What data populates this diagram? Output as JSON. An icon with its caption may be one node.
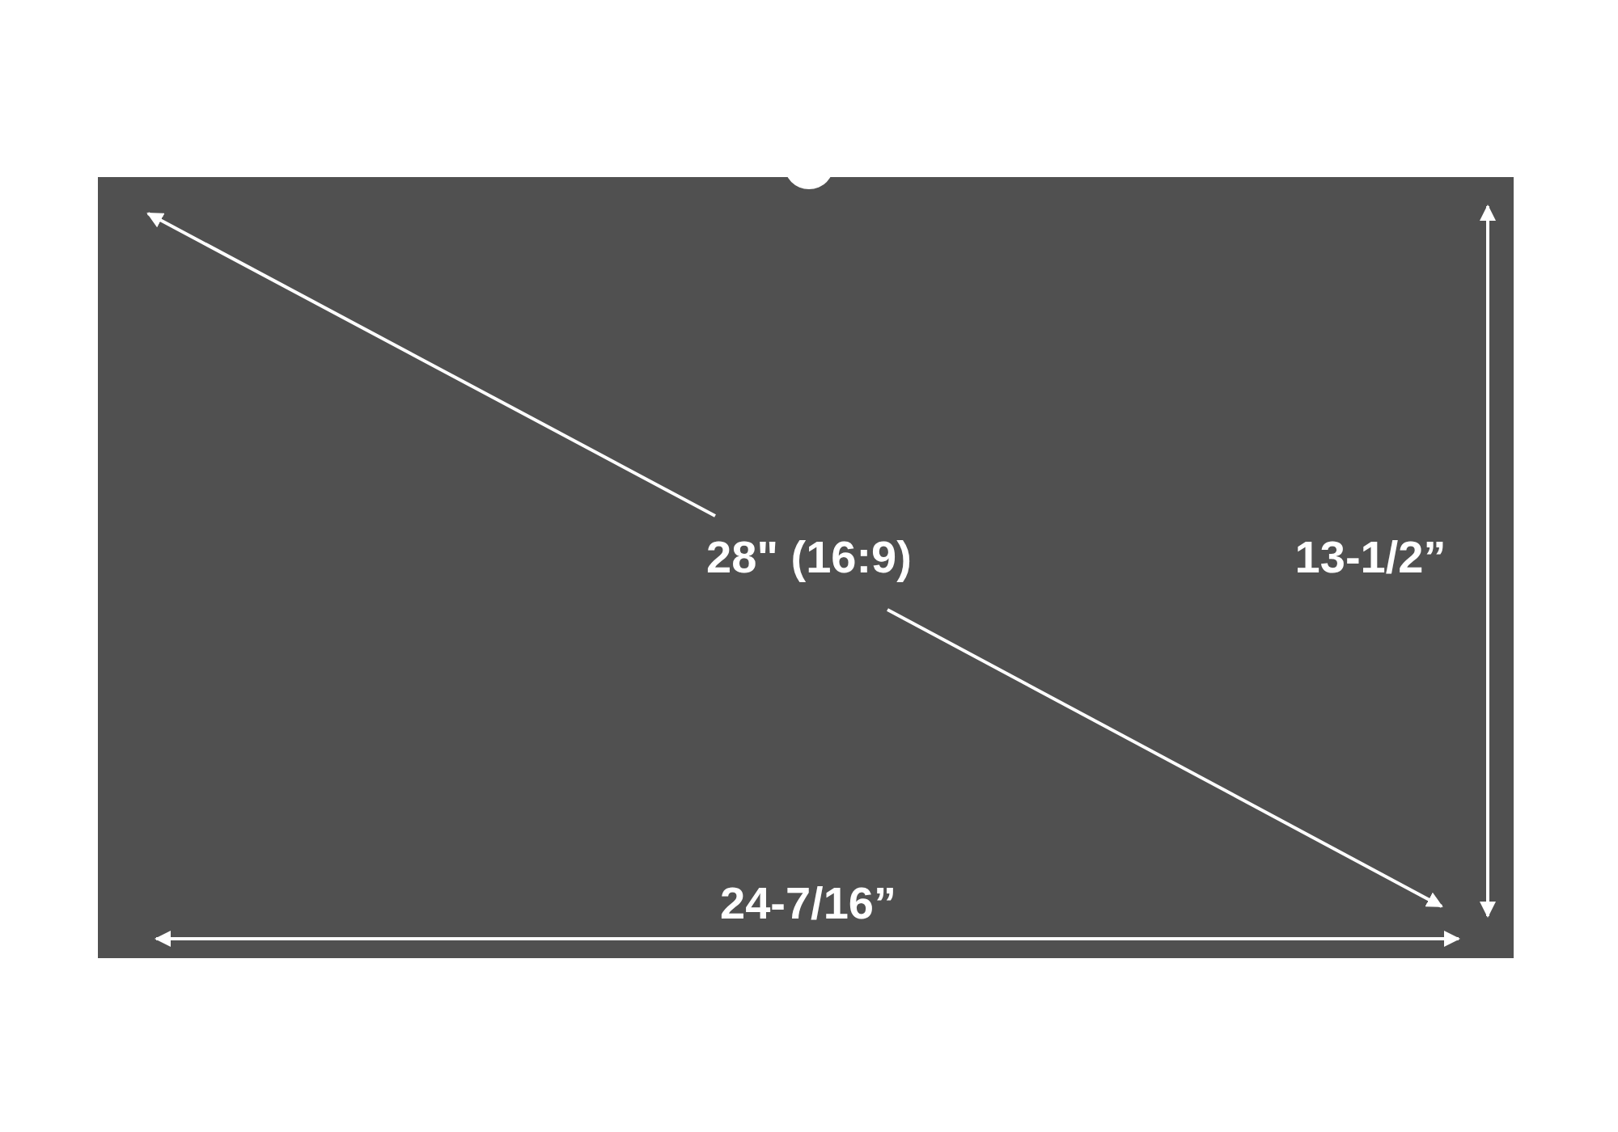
{
  "diagram": {
    "nodes": [
      {
        "text": [],
        "shape": "box"
      }
    ],
    "labels": [
      "28\" (16:9)",
      "13-1/2”",
      "24-7/16”"
    ]
  }
}
